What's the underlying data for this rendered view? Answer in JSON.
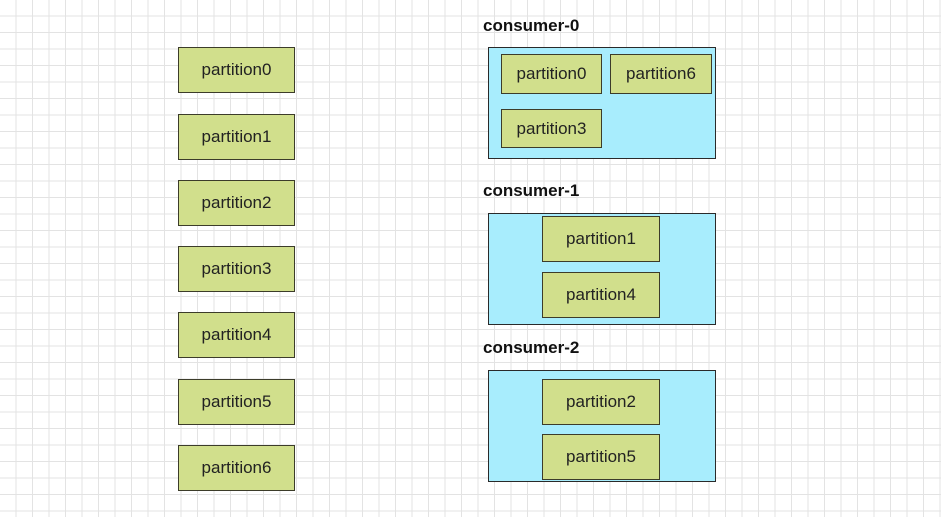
{
  "colors": {
    "partition_fill": "#d1df8c",
    "consumer_fill": "#a8edfd"
  },
  "topic_partitions": [
    {
      "label": "partition0"
    },
    {
      "label": "partition1"
    },
    {
      "label": "partition2"
    },
    {
      "label": "partition3"
    },
    {
      "label": "partition4"
    },
    {
      "label": "partition5"
    },
    {
      "label": "partition6"
    }
  ],
  "consumers": [
    {
      "label": "consumer-0",
      "partitions": [
        "partition0",
        "partition6",
        "partition3"
      ]
    },
    {
      "label": "consumer-1",
      "partitions": [
        "partition1",
        "partition4"
      ]
    },
    {
      "label": "consumer-2",
      "partitions": [
        "partition2",
        "partition5"
      ]
    }
  ]
}
